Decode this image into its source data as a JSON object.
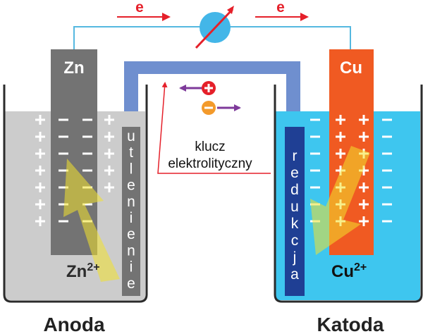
{
  "electron_left": "e",
  "electron_right": "e",
  "anode_metal": "Zn",
  "cathode_metal": "Cu",
  "anode_ion": "Zn",
  "anode_ion_charge": "2+",
  "cathode_ion": "Cu",
  "cathode_ion_charge": "2+",
  "oxidation_letters": [
    "u",
    "t",
    "l",
    "e",
    "n",
    "i",
    "e",
    "n",
    "i",
    "e"
  ],
  "reduction_letters": [
    "r",
    "e",
    "d",
    "u",
    "k",
    "c",
    "j",
    "a"
  ],
  "salt_bridge_label_line1": "klucz",
  "salt_bridge_label_line2": "elektrolityczny",
  "anode_caption": "Anoda",
  "cathode_caption": "Katoda",
  "colors": {
    "zinc": "#737373",
    "copper": "#f05a22",
    "bridge": "#6f8fcf",
    "left_solution": "#cccccc",
    "right_solution": "#3ec6ef",
    "reduction_bar": "#1f3f94",
    "wire": "#55b8e0",
    "electron_arrow": "#e5202a",
    "cation": "#e5202a",
    "anion": "#f39a2b",
    "ion_arrow": "#7e3a9a",
    "voltmeter": "#43b6e8"
  }
}
